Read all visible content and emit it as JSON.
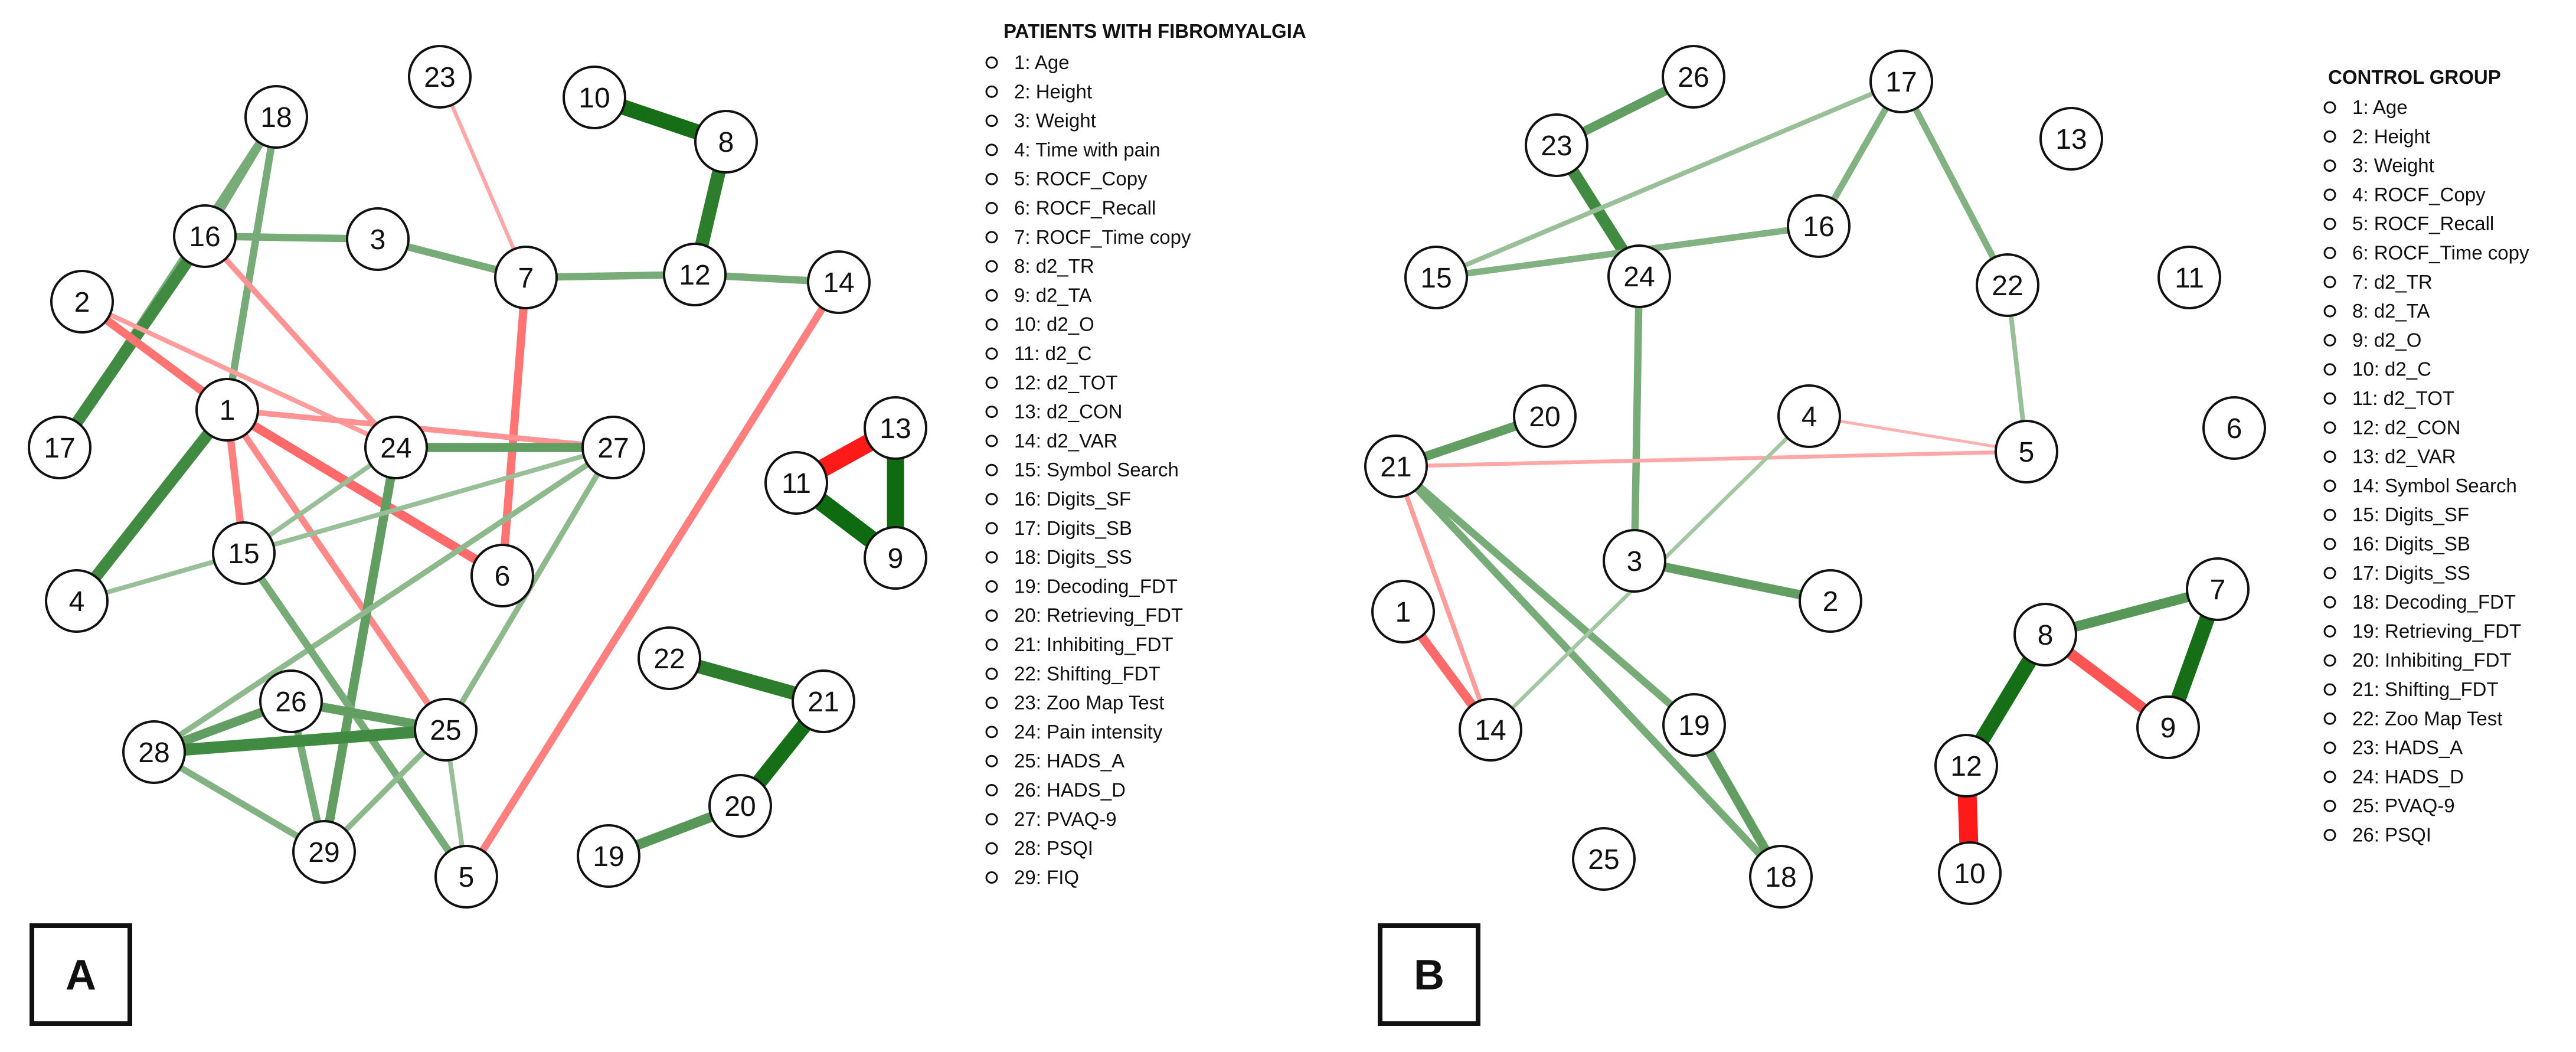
{
  "colors": {
    "positive": "#0f6b0f",
    "negative": "#ff1a1a",
    "node_stroke": "#111111",
    "node_fill": "#ffffff"
  },
  "panels": [
    {
      "id": "A",
      "letter": "A",
      "legend_title": "PATIENTS WITH FIBROMYALGIA",
      "legend_items": [
        "1: Age",
        "2: Height",
        "3: Weight",
        "4: Time with pain",
        "5: ROCF_Copy",
        "6: ROCF_Recall",
        "7: ROCF_Time copy",
        "8: d2_TR",
        "9: d2_TA",
        "10: d2_O",
        "11: d2_C",
        "12: d2_TOT",
        "13: d2_CON",
        "14: d2_VAR",
        "15: Symbol Search",
        "16: Digits_SF",
        "17: Digits_SB",
        "18: Digits_SS",
        "19: Decoding_FDT",
        "20: Retrieving_FDT",
        "21: Inhibiting_FDT",
        "22: Shifting_FDT",
        "23: Zoo Map Test",
        "24: Pain intensity",
        "25: HADS_A",
        "26: HADS_D",
        "27: PVAQ-9",
        "28: PSQI",
        "29: FIQ"
      ],
      "nodes": [
        "1",
        "2",
        "3",
        "4",
        "5",
        "6",
        "7",
        "8",
        "9",
        "10",
        "11",
        "12",
        "13",
        "14",
        "15",
        "16",
        "17",
        "18",
        "19",
        "20",
        "21",
        "22",
        "23",
        "24",
        "25",
        "26",
        "27",
        "28",
        "29"
      ],
      "edges": [
        {
          "from": "10",
          "to": "8",
          "sign": "positive",
          "weight": 0.8
        },
        {
          "from": "8",
          "to": "12",
          "sign": "positive",
          "weight": 0.7
        },
        {
          "from": "11",
          "to": "13",
          "sign": "negative",
          "weight": 0.95
        },
        {
          "from": "13",
          "to": "9",
          "sign": "positive",
          "weight": 0.9
        },
        {
          "from": "11",
          "to": "9",
          "sign": "positive",
          "weight": 0.95
        },
        {
          "from": "22",
          "to": "21",
          "sign": "positive",
          "weight": 0.7
        },
        {
          "from": "21",
          "to": "20",
          "sign": "positive",
          "weight": 0.8
        },
        {
          "from": "20",
          "to": "19",
          "sign": "positive",
          "weight": 0.5
        },
        {
          "from": "16",
          "to": "3",
          "sign": "positive",
          "weight": 0.35
        },
        {
          "from": "3",
          "to": "7",
          "sign": "positive",
          "weight": 0.35
        },
        {
          "from": "7",
          "to": "12",
          "sign": "positive",
          "weight": 0.35
        },
        {
          "from": "12",
          "to": "14",
          "sign": "positive",
          "weight": 0.35
        },
        {
          "from": "23",
          "to": "7",
          "sign": "negative",
          "weight": 0.15
        },
        {
          "from": "7",
          "to": "6",
          "sign": "negative",
          "weight": 0.4
        },
        {
          "from": "18",
          "to": "16",
          "sign": "positive",
          "weight": 0.35
        },
        {
          "from": "18",
          "to": "17",
          "sign": "positive",
          "weight": 0.35
        },
        {
          "from": "16",
          "to": "17",
          "sign": "positive",
          "weight": 0.6
        },
        {
          "from": "18",
          "to": "1",
          "sign": "positive",
          "weight": 0.35
        },
        {
          "from": "16",
          "to": "24",
          "sign": "negative",
          "weight": 0.25
        },
        {
          "from": "2",
          "to": "1",
          "sign": "negative",
          "weight": 0.4
        },
        {
          "from": "2",
          "to": "24",
          "sign": "negative",
          "weight": 0.2
        },
        {
          "from": "1",
          "to": "27",
          "sign": "negative",
          "weight": 0.25
        },
        {
          "from": "1",
          "to": "6",
          "sign": "negative",
          "weight": 0.45
        },
        {
          "from": "1",
          "to": "15",
          "sign": "negative",
          "weight": 0.35
        },
        {
          "from": "1",
          "to": "4",
          "sign": "positive",
          "weight": 0.6
        },
        {
          "from": "1",
          "to": "25",
          "sign": "negative",
          "weight": 0.3
        },
        {
          "from": "24",
          "to": "27",
          "sign": "positive",
          "weight": 0.45
        },
        {
          "from": "24",
          "to": "29",
          "sign": "positive",
          "weight": 0.45
        },
        {
          "from": "24",
          "to": "15",
          "sign": "positive",
          "weight": 0.2
        },
        {
          "from": "4",
          "to": "27",
          "sign": "positive",
          "weight": 0.2
        },
        {
          "from": "27",
          "to": "28",
          "sign": "positive",
          "weight": 0.25
        },
        {
          "from": "27",
          "to": "25",
          "sign": "positive",
          "weight": 0.25
        },
        {
          "from": "15",
          "to": "5",
          "sign": "positive",
          "weight": 0.35
        },
        {
          "from": "26",
          "to": "28",
          "sign": "positive",
          "weight": 0.45
        },
        {
          "from": "26",
          "to": "25",
          "sign": "positive",
          "weight": 0.45
        },
        {
          "from": "26",
          "to": "29",
          "sign": "positive",
          "weight": 0.35
        },
        {
          "from": "28",
          "to": "25",
          "sign": "positive",
          "weight": 0.6
        },
        {
          "from": "28",
          "to": "29",
          "sign": "positive",
          "weight": 0.3
        },
        {
          "from": "25",
          "to": "29",
          "sign": "positive",
          "weight": 0.25
        },
        {
          "from": "25",
          "to": "5",
          "sign": "positive",
          "weight": 0.2
        },
        {
          "from": "14",
          "to": "5",
          "sign": "negative",
          "weight": 0.35
        }
      ]
    },
    {
      "id": "B",
      "letter": "B",
      "legend_title": "CONTROL GROUP",
      "legend_items": [
        "1: Age",
        "2: Height",
        "3: Weight",
        "4: ROCF_Copy",
        "5: ROCF_Recall",
        "6: ROCF_Time copy",
        "7: d2_TR",
        "8: d2_TA",
        "9: d2_O",
        "10: d2_C",
        "11: d2_TOT",
        "12: d2_CON",
        "13: d2_VAR",
        "14: Symbol Search",
        "15: Digits_SF",
        "16: Digits_SB",
        "17: Digits_SS",
        "18: Decoding_FDT",
        "19: Retrieving_FDT",
        "20: Inhibiting_FDT",
        "21: Shifting_FDT",
        "22: Zoo Map Test",
        "23: HADS_A",
        "24: HADS_D",
        "25: PVAQ-9",
        "26: PSQI"
      ],
      "nodes": [
        "1",
        "2",
        "3",
        "4",
        "5",
        "6",
        "7",
        "8",
        "9",
        "10",
        "11",
        "12",
        "13",
        "14",
        "15",
        "16",
        "17",
        "18",
        "19",
        "20",
        "21",
        "22",
        "23",
        "24",
        "25",
        "26"
      ],
      "edges": [
        {
          "from": "23",
          "to": "26",
          "sign": "positive",
          "weight": 0.45
        },
        {
          "from": "23",
          "to": "24",
          "sign": "positive",
          "weight": 0.6
        },
        {
          "from": "15",
          "to": "17",
          "sign": "positive",
          "weight": 0.2
        },
        {
          "from": "15",
          "to": "16",
          "sign": "positive",
          "weight": 0.3
        },
        {
          "from": "17",
          "to": "16",
          "sign": "positive",
          "weight": 0.3
        },
        {
          "from": "17",
          "to": "22",
          "sign": "positive",
          "weight": 0.3
        },
        {
          "from": "22",
          "to": "5",
          "sign": "positive",
          "weight": 0.2
        },
        {
          "from": "24",
          "to": "3",
          "sign": "positive",
          "weight": 0.35
        },
        {
          "from": "21",
          "to": "20",
          "sign": "positive",
          "weight": 0.45
        },
        {
          "from": "21",
          "to": "5",
          "sign": "negative",
          "weight": 0.15
        },
        {
          "from": "4",
          "to": "5",
          "sign": "negative",
          "weight": 0.1
        },
        {
          "from": "21",
          "to": "14",
          "sign": "negative",
          "weight": 0.2
        },
        {
          "from": "21",
          "to": "19",
          "sign": "positive",
          "weight": 0.35
        },
        {
          "from": "21",
          "to": "18",
          "sign": "positive",
          "weight": 0.35
        },
        {
          "from": "3",
          "to": "2",
          "sign": "positive",
          "weight": 0.45
        },
        {
          "from": "4",
          "to": "14",
          "sign": "positive",
          "weight": 0.15
        },
        {
          "from": "1",
          "to": "14",
          "sign": "negative",
          "weight": 0.45
        },
        {
          "from": "19",
          "to": "18",
          "sign": "positive",
          "weight": 0.45
        },
        {
          "from": "8",
          "to": "7",
          "sign": "positive",
          "weight": 0.5
        },
        {
          "from": "7",
          "to": "9",
          "sign": "positive",
          "weight": 0.8
        },
        {
          "from": "8",
          "to": "9",
          "sign": "negative",
          "weight": 0.55
        },
        {
          "from": "8",
          "to": "12",
          "sign": "positive",
          "weight": 0.8
        },
        {
          "from": "12",
          "to": "10",
          "sign": "negative",
          "weight": 1.0
        }
      ]
    }
  ]
}
